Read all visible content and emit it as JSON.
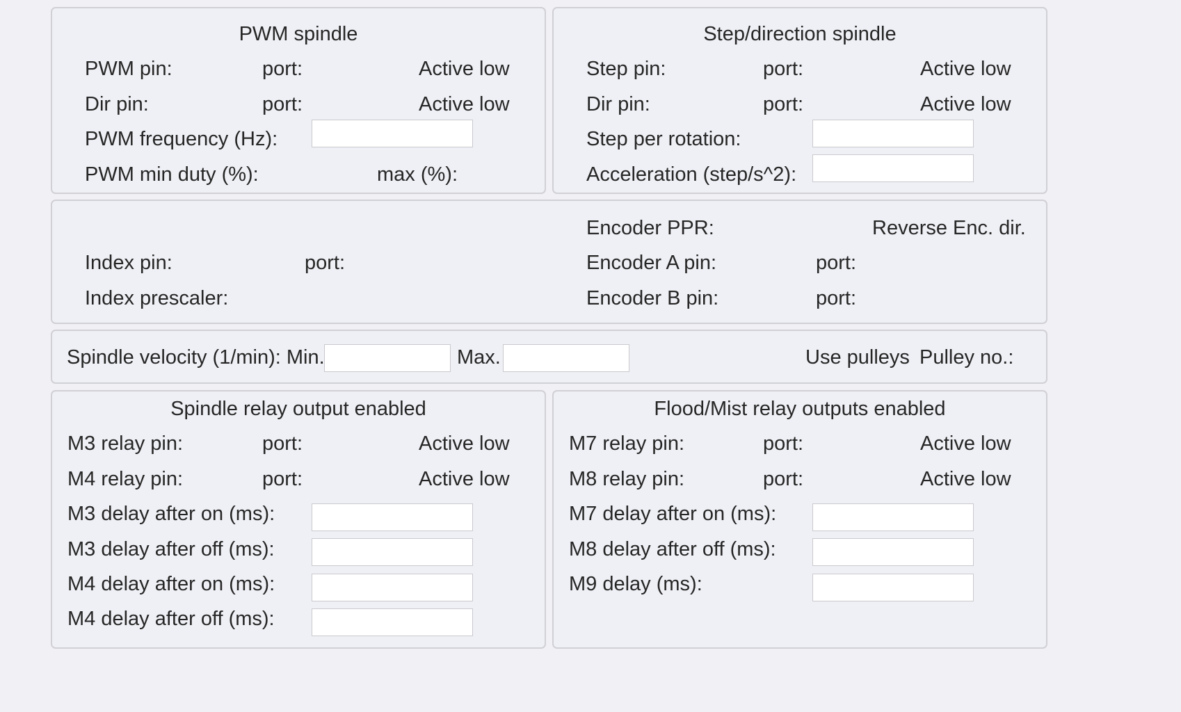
{
  "pwm_spindle": {
    "title": "PWM spindle",
    "pwm_pin_label": "PWM pin:",
    "pwm_port_label": "port:",
    "pwm_active_low": "Active low",
    "dir_pin_label": "Dir pin:",
    "dir_port_label": "port:",
    "dir_active_low": "Active low",
    "frequency_label": "PWM frequency (Hz):",
    "frequency_value": "",
    "min_duty_label": "PWM min duty (%):",
    "max_label": "max (%):"
  },
  "stepdir_spindle": {
    "title": "Step/direction spindle",
    "step_pin_label": "Step pin:",
    "step_port_label": "port:",
    "step_active_low": "Active low",
    "dir_pin_label": "Dir pin:",
    "dir_port_label": "port:",
    "dir_active_low": "Active low",
    "step_per_rotation_label": "Step per rotation:",
    "step_per_rotation_value": "",
    "acceleration_label": "Acceleration (step/s^2):",
    "acceleration_value": ""
  },
  "encoder": {
    "ppr_label": "Encoder PPR:",
    "reverse_dir_label": "Reverse Enc. dir.",
    "index_pin_label": "Index pin:",
    "index_port_label": "port:",
    "index_prescaler_label": "Index prescaler:",
    "enc_a_pin_label": "Encoder A pin:",
    "enc_a_port_label": "port:",
    "enc_b_pin_label": "Encoder B pin:",
    "enc_b_port_label": "port:"
  },
  "velocity": {
    "label": "Spindle velocity (1/min): Min.",
    "min_value": "",
    "max_label": "Max.",
    "max_value": "",
    "use_pulleys_label": "Use pulleys",
    "pulley_no_label": "Pulley no.:"
  },
  "spindle_relay": {
    "title": "Spindle relay output enabled",
    "m3_pin_label": "M3 relay pin:",
    "m3_port_label": "port:",
    "m3_active_low": "Active low",
    "m4_pin_label": "M4 relay pin:",
    "m4_port_label": "port:",
    "m4_active_low": "Active low",
    "m3_delay_on_label": "M3 delay after on (ms):",
    "m3_delay_on_value": "",
    "m3_delay_off_label": "M3 delay after off (ms):",
    "m3_delay_off_value": "",
    "m4_delay_on_label": "M4 delay after on (ms):",
    "m4_delay_on_value": "",
    "m4_delay_off_label": "M4 delay after off (ms):",
    "m4_delay_off_value": ""
  },
  "flood_mist_relay": {
    "title": "Flood/Mist relay outputs enabled",
    "m7_pin_label": "M7 relay pin:",
    "m7_port_label": "port:",
    "m7_active_low": "Active low",
    "m8_pin_label": "M8 relay pin:",
    "m8_port_label": "port:",
    "m8_active_low": "Active low",
    "m7_delay_on_label": "M7 delay after on (ms):",
    "m7_delay_on_value": "",
    "m8_delay_off_label": "M8 delay after off (ms):",
    "m8_delay_off_value": "",
    "m9_delay_label": "M9 delay (ms):",
    "m9_delay_value": ""
  }
}
